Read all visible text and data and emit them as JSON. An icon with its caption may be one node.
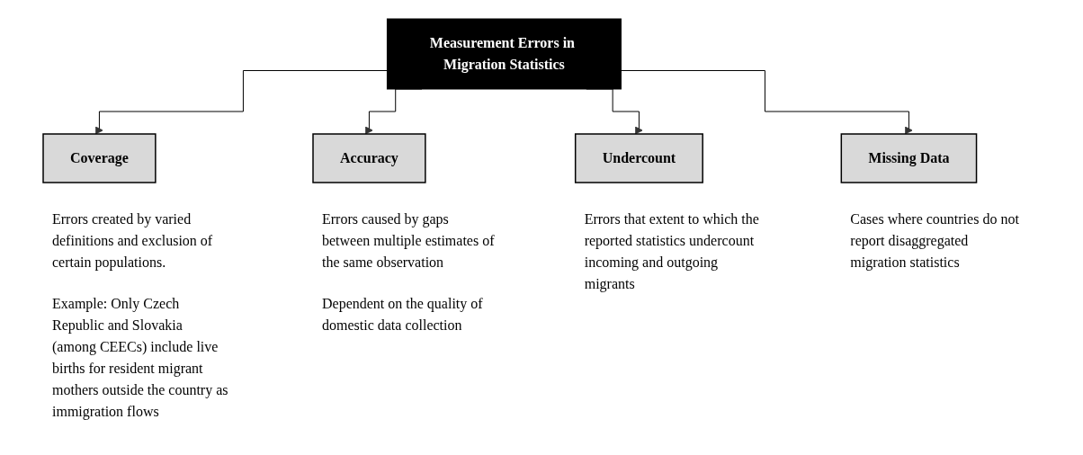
{
  "diagram": {
    "nodes": [
      {
        "text": [
          "Measurement Errors in Migration Statistics"
        ]
      },
      {
        "text": [
          "Coverage"
        ],
        "beside": [
          "Errors created by varied definitions and exclusion of certain populations.",
          "Example: Only Czech Republic and Slovakia (among CEECs) include live births for resident migrant mothers outside the country as immigration flows"
        ]
      },
      {
        "text": [
          "Accuracy"
        ],
        "beside": [
          "Errors caused by gaps between multiple estimates of the same observation",
          "Dependent on the quality of domestic data collection"
        ]
      },
      {
        "text": [
          "Undercount"
        ],
        "beside": [
          "Errors that extent to which the reported statistics undercount incoming and outgoing migrants"
        ]
      },
      {
        "text": [
          "Missing Data"
        ],
        "beside": [
          "Cases where countries do not report disaggregated migration statistics"
        ]
      }
    ],
    "edges": [
      {
        "from": 0,
        "to": 1,
        "arrow": "to"
      },
      {
        "from": 0,
        "to": 2,
        "arrow": "to"
      },
      {
        "from": 0,
        "to": 3,
        "arrow": "to"
      },
      {
        "from": 0,
        "to": 4,
        "arrow": "to"
      }
    ]
  }
}
